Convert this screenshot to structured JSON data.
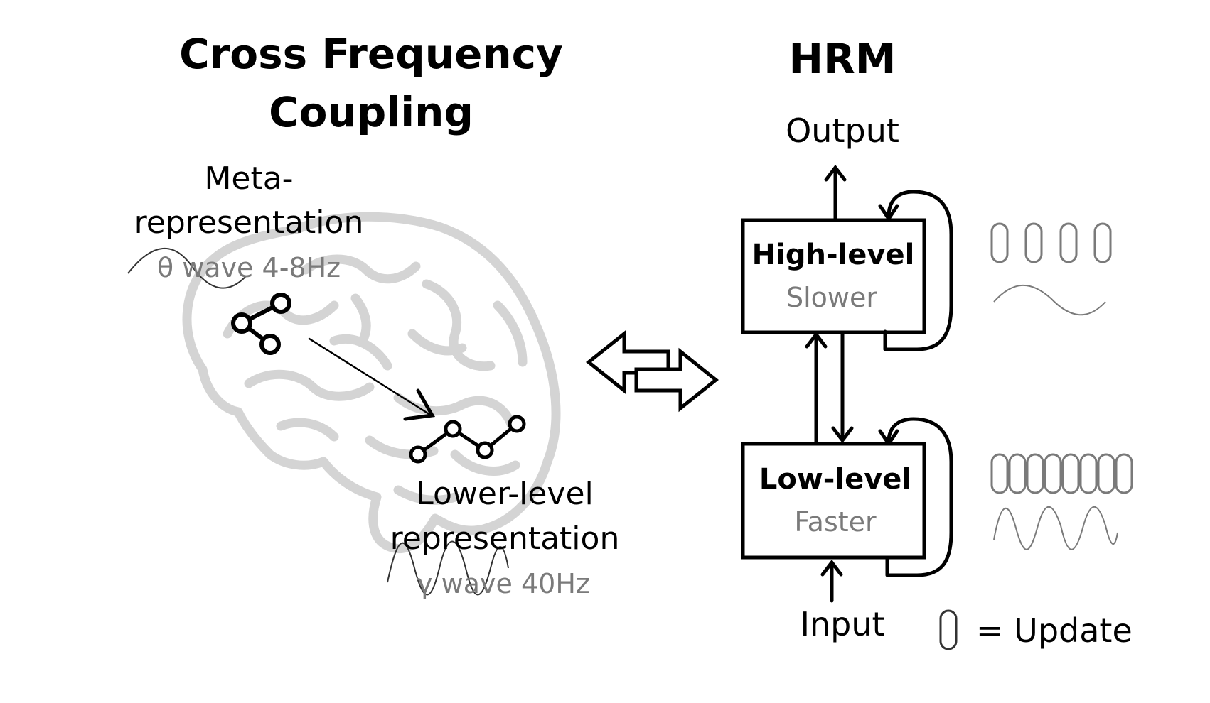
{
  "left": {
    "title_line1": "Cross Frequency",
    "title_line2": "Coupling",
    "meta_line1": "Meta-",
    "meta_line2": "representation",
    "theta": "θ wave 4-8Hz",
    "lower_line1": "Lower-level",
    "lower_line2": "representation",
    "gamma": "γ wave 40Hz"
  },
  "right": {
    "title": "HRM",
    "output": "Output",
    "input": "Input",
    "high_title": "High-level",
    "high_sub": "Slower",
    "low_title": "Low-level",
    "low_sub": "Faster",
    "legend": "= Update"
  },
  "colors": {
    "ink": "#000000",
    "grey_text": "#7a7a7a",
    "brain": "#d4d4d4"
  }
}
